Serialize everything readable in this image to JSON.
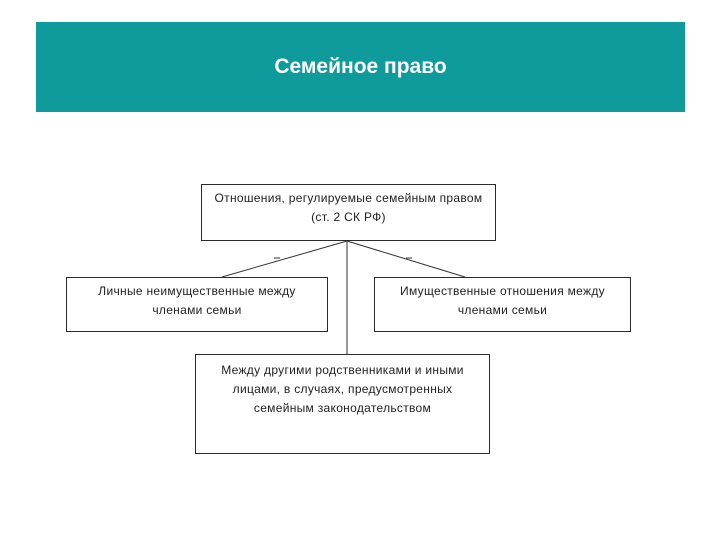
{
  "slide": {
    "title": "Семейное право",
    "header_color": "#0f9b9b"
  },
  "diagram": {
    "root": "Отношения, регулируемые семейным правом (ст. 2 СК РФ)",
    "left": "Личные неимущественные между членами семьи",
    "right": "Имущественные отношения между членами семьи",
    "bottom": "Между другими родственниками и иными лицами, в случаях, предусмотренных семейным законодательством"
  }
}
